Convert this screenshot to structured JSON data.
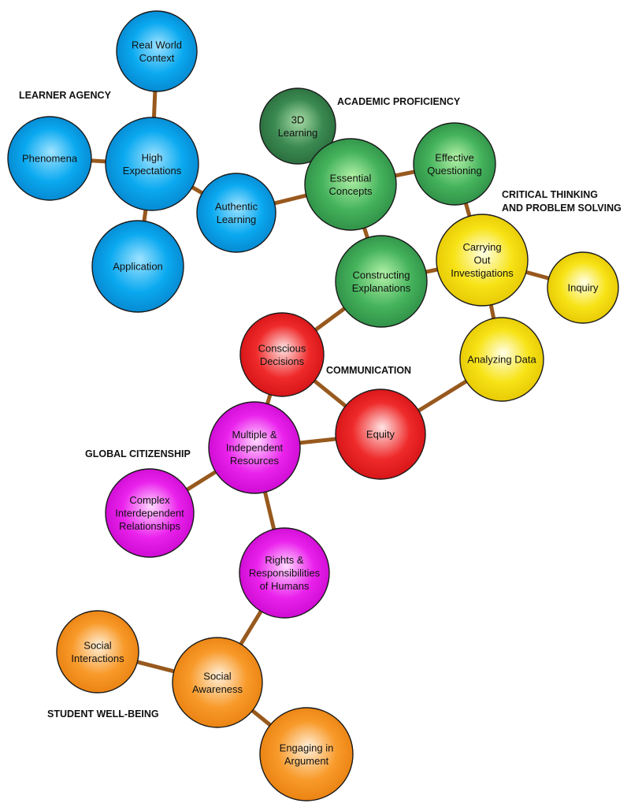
{
  "groups": {
    "learner_agency": "LEARNER AGENCY",
    "academic_proficiency": "ACADEMIC PROFICIENCY",
    "critical_thinking": [
      "CRITICAL THINKING",
      "AND PROBLEM SOLVING"
    ],
    "communication": "COMMUNICATION",
    "global_citizenship": "GLOBAL CITIZENSHIP",
    "student_well_being": "STUDENT WELL-BEING"
  },
  "colors": {
    "connector": "#98591e",
    "blue": "#0da6ee",
    "green": "#3a9c53",
    "dark_green": "#2f7a45",
    "yellow": "#f3d900",
    "red": "#e4141b",
    "magenta": "#e010e4",
    "orange": "#f7921c"
  },
  "nodes": [
    {
      "id": "real-world-context",
      "lines": [
        "Real World",
        "Context"
      ],
      "color": "blue"
    },
    {
      "id": "phenomena",
      "lines": [
        "Phenomena"
      ],
      "color": "blue"
    },
    {
      "id": "high-expectations",
      "lines": [
        "High",
        "Expectations"
      ],
      "color": "blue"
    },
    {
      "id": "application",
      "lines": [
        "Application"
      ],
      "color": "blue"
    },
    {
      "id": "authentic-learning",
      "lines": [
        "Authentic",
        "Learning"
      ],
      "color": "blue"
    },
    {
      "id": "3d-learning",
      "lines": [
        "3D",
        "Learning"
      ],
      "color": "dark_green"
    },
    {
      "id": "essential-concepts",
      "lines": [
        "Essential",
        "Concepts"
      ],
      "color": "green"
    },
    {
      "id": "effective-questioning",
      "lines": [
        "Effective",
        "Questioning"
      ],
      "color": "green"
    },
    {
      "id": "constructing-explanations",
      "lines": [
        "Constructing",
        "Explanations"
      ],
      "color": "green"
    },
    {
      "id": "carrying-out-investigations",
      "lines": [
        "Carrying",
        "Out",
        "Investigations"
      ],
      "color": "yellow"
    },
    {
      "id": "inquiry",
      "lines": [
        "Inquiry"
      ],
      "color": "yellow"
    },
    {
      "id": "analyzing-data",
      "lines": [
        "Analyzing Data"
      ],
      "color": "yellow"
    },
    {
      "id": "conscious-decisions",
      "lines": [
        "Conscious",
        "Decisions"
      ],
      "color": "red"
    },
    {
      "id": "equity",
      "lines": [
        "Equity"
      ],
      "color": "red"
    },
    {
      "id": "multiple-independent-resources",
      "lines": [
        "Multiple &",
        "Independent",
        "Resources"
      ],
      "color": "magenta"
    },
    {
      "id": "complex-interdependent-relationships",
      "lines": [
        "Complex",
        "Interdependent",
        "Relationships"
      ],
      "color": "magenta"
    },
    {
      "id": "rights-responsibilities",
      "lines": [
        "Rights &",
        "Responsibilities",
        "of Humans"
      ],
      "color": "magenta"
    },
    {
      "id": "social-interactions",
      "lines": [
        "Social",
        "Interactions"
      ],
      "color": "orange"
    },
    {
      "id": "social-awareness",
      "lines": [
        "Social",
        "Awareness"
      ],
      "color": "orange"
    },
    {
      "id": "engaging-in-argument",
      "lines": [
        "Engaging in",
        "Argument"
      ],
      "color": "orange"
    }
  ],
  "edges": [
    [
      "real-world-context",
      "high-expectations"
    ],
    [
      "phenomena",
      "high-expectations"
    ],
    [
      "high-expectations",
      "application"
    ],
    [
      "high-expectations",
      "authentic-learning"
    ],
    [
      "authentic-learning",
      "essential-concepts"
    ],
    [
      "3d-learning",
      "essential-concepts"
    ],
    [
      "essential-concepts",
      "effective-questioning"
    ],
    [
      "essential-concepts",
      "constructing-explanations"
    ],
    [
      "effective-questioning",
      "carrying-out-investigations"
    ],
    [
      "constructing-explanations",
      "carrying-out-investigations"
    ],
    [
      "carrying-out-investigations",
      "inquiry"
    ],
    [
      "carrying-out-investigations",
      "analyzing-data"
    ],
    [
      "constructing-explanations",
      "conscious-decisions"
    ],
    [
      "conscious-decisions",
      "equity"
    ],
    [
      "equity",
      "analyzing-data"
    ],
    [
      "conscious-decisions",
      "multiple-independent-resources"
    ],
    [
      "multiple-independent-resources",
      "equity"
    ],
    [
      "multiple-independent-resources",
      "complex-interdependent-relationships"
    ],
    [
      "multiple-independent-resources",
      "rights-responsibilities"
    ],
    [
      "rights-responsibilities",
      "social-awareness"
    ],
    [
      "social-interactions",
      "social-awareness"
    ],
    [
      "social-awareness",
      "engaging-in-argument"
    ]
  ]
}
